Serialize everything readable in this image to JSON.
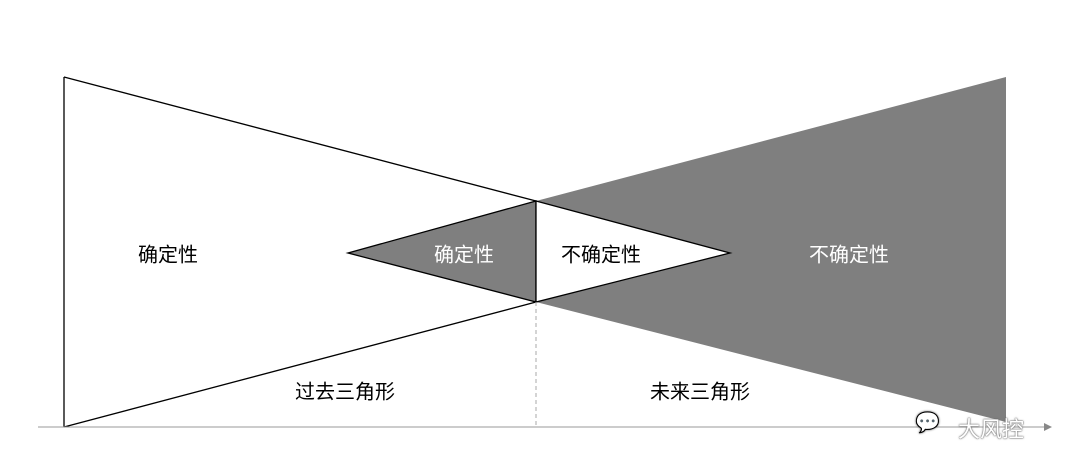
{
  "labels": {
    "past_certainty": "确定性",
    "inner_certainty": "确定性",
    "inner_uncertainty": "不确定性",
    "future_uncertainty": "不确定性",
    "past_triangle": "过去三角形",
    "future_triangle": "未来三角形"
  },
  "watermark": "大风控",
  "colors": {
    "fill": "#7f7f7f",
    "line": "#000000",
    "axis": "#999999"
  }
}
